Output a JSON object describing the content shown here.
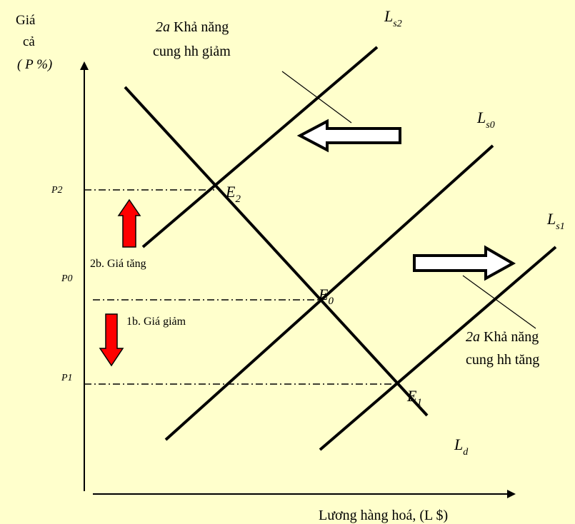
{
  "axes": {
    "y_title_line1": "Giá",
    "y_title_line2": "cả",
    "y_title_line3": "( P %)",
    "x_title": "Lương hàng hoá, (L $)"
  },
  "price_levels": {
    "p2": "P2",
    "p0": "P0",
    "p1": "P1"
  },
  "curves": {
    "ls2_main": "L",
    "ls2_sub": "s2",
    "ls0_main": "L",
    "ls0_sub": "s0",
    "ls1_main": "L",
    "ls1_sub": "s1",
    "ld_main": "L",
    "ld_sub": "d"
  },
  "points": {
    "e2_main": "E",
    "e2_sub": "2",
    "e0_main": "E",
    "e0_sub": "0",
    "e1_main": "E",
    "e1_sub": "1"
  },
  "annotations": {
    "supply_decrease_num": "2a",
    "supply_decrease_line1": "Khả năng",
    "supply_decrease_line2": "cung hh giảm",
    "supply_increase_num": "2a",
    "supply_increase_line1": "Khả năng",
    "supply_increase_line2": "cung hh tăng",
    "price_up": "2b. Giá tăng",
    "price_down": "1b. Giá giảm"
  },
  "colors": {
    "background": "#ffffcc",
    "line": "#000000",
    "arrow_red": "#ff0000",
    "arrow_white": "#ffffff"
  }
}
